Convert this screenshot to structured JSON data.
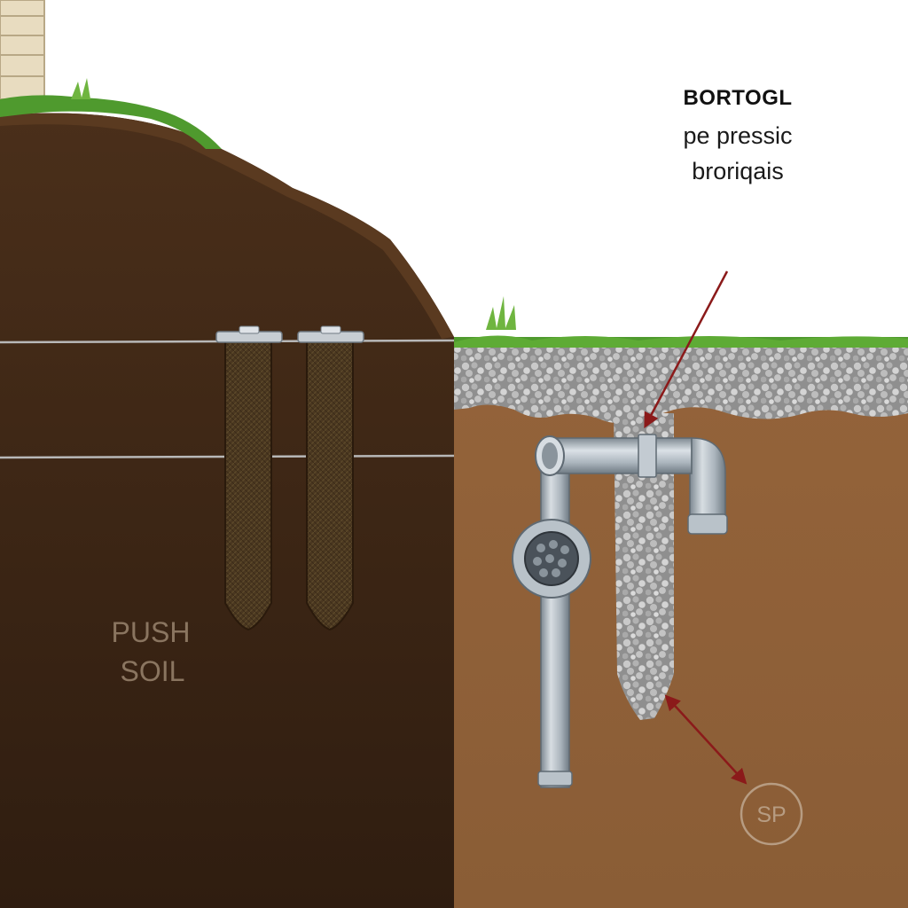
{
  "callout": {
    "title": "BORTOGL",
    "line2": "pe pressic",
    "line3": "broriqais"
  },
  "left_label": {
    "line1": "PUSH",
    "line2": "SOIL"
  },
  "badge": {
    "text": "SP"
  },
  "colors": {
    "sky": "#ffffff",
    "dark_soil": "#3a2414",
    "dark_soil_top": "#4a2f1a",
    "light_soil": "#8e5f37",
    "grass": "#4f9a2e",
    "gravel": "#a8a8a8",
    "pipe": "#a9b3bc",
    "arrow": "#8b1a1a",
    "siding": "#e8dcc0"
  },
  "icons": {
    "gravel_fill": "gravel-pattern",
    "strainer": "strainer-icon",
    "arrow": "arrow-icon"
  }
}
